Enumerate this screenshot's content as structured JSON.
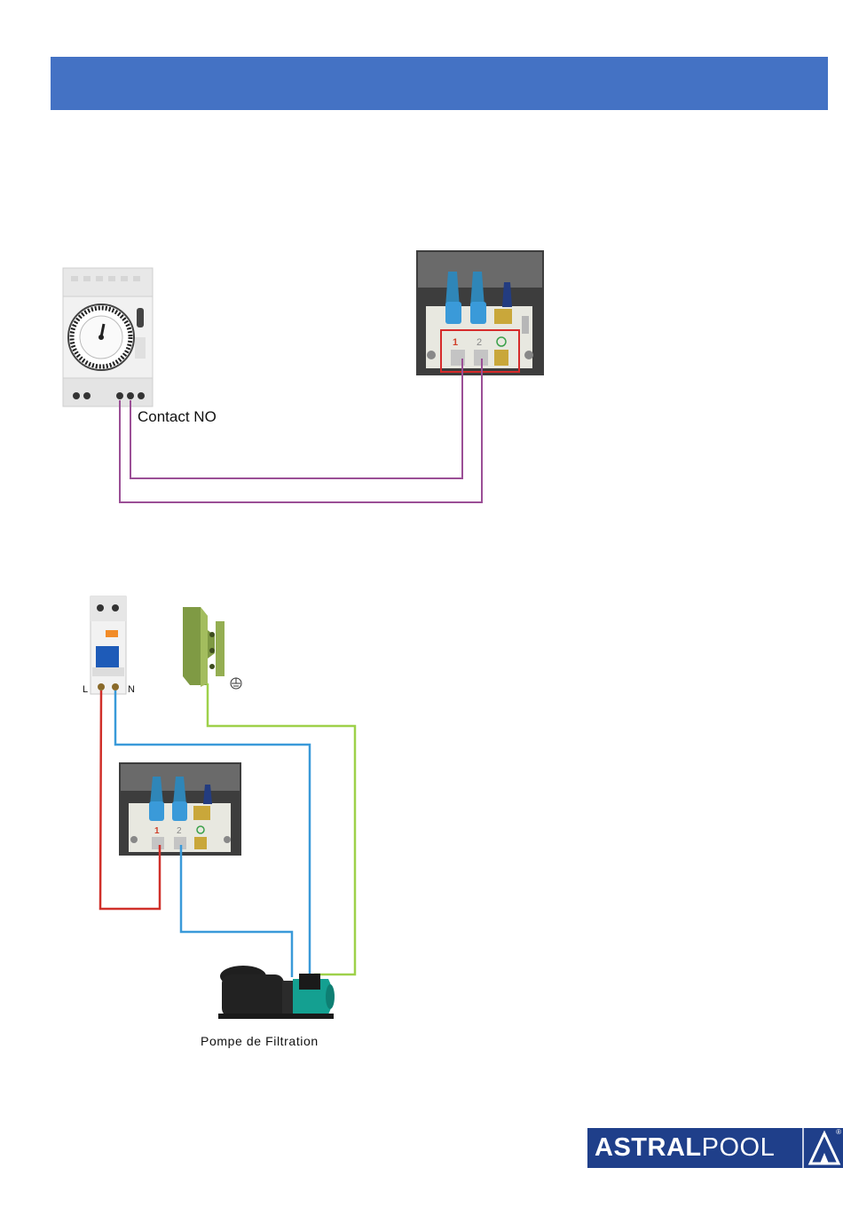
{
  "colors": {
    "header_band": "#4472c4",
    "control_wire": "#9b4f96",
    "live_wire": "#d0302a",
    "neutral_wire": "#3a9ad9",
    "earth_wire": "#9ed14a",
    "terminal_box_frame": "#d62b2b",
    "logo_bg": "#1f3f8a"
  },
  "labels": {
    "timer_contact": "Contact  NO",
    "breaker_left": "L",
    "breaker_right": "N",
    "pump": "Pompe de Filtration",
    "terminal_1": "1",
    "terminal_2": "2"
  },
  "logo": {
    "bold": "ASTRAL",
    "light": "POOL",
    "registered": "®"
  },
  "icons": [
    "timer-icon",
    "terminal-block-icon",
    "circuit-breaker-icon",
    "earth-bar-icon",
    "earth-symbol-icon",
    "pump-icon"
  ]
}
